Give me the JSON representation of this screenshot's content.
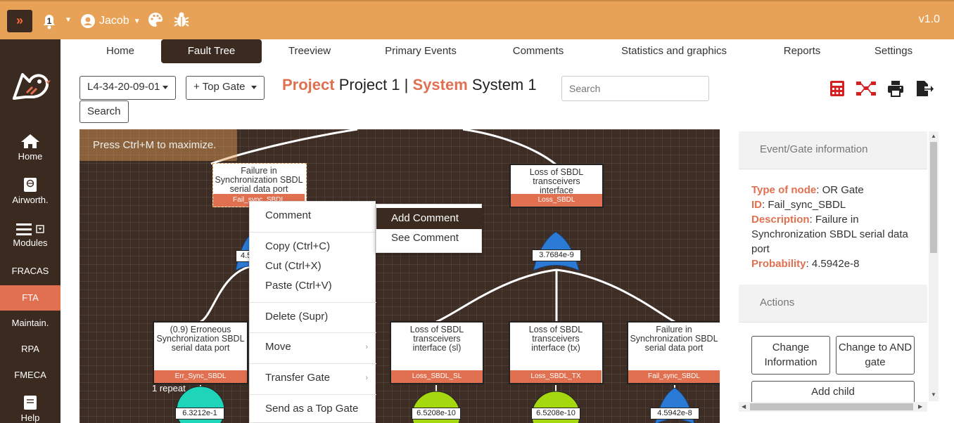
{
  "topbar": {
    "notification_count": "1",
    "user_name": "Jacob",
    "version": "v1.0"
  },
  "sidebar": {
    "items": [
      {
        "label": "Home"
      },
      {
        "label": "Airworth."
      },
      {
        "label": "Modules"
      },
      {
        "label": "FRACAS"
      },
      {
        "label": "FTA"
      },
      {
        "label": "Maintain."
      },
      {
        "label": "RPA"
      },
      {
        "label": "FMECA"
      },
      {
        "label": "Help"
      }
    ]
  },
  "nav": {
    "tabs": [
      "Home",
      "Fault Tree",
      "Treeview",
      "Primary Events",
      "Comments",
      "Statistics and graphics",
      "Reports",
      "Settings"
    ],
    "active": "Fault Tree"
  },
  "toolbar": {
    "tree_select": "L4-34-20-09-01",
    "top_gate_label": "+ Top Gate",
    "search_button": "Search",
    "search_placeholder": "Search"
  },
  "title": {
    "project_kw": "Project",
    "project_name": "Project 1 |",
    "system_kw": "System",
    "system_name": "System 1"
  },
  "canvas": {
    "hint": "Press Ctrl+M to maximize.",
    "nodes": [
      {
        "text": "Failure in\nSynchronization SBDL\nserial data port",
        "id": "Fail_sync_SBDL"
      },
      {
        "text": "Loss of SBDL\ntransceivers\ninterface",
        "id": "Loss_SBDL"
      },
      {
        "text": "(0.9) Erroneous\nSynchronization SBDL\nserial data port",
        "id": "Err_Sync_SBDL"
      },
      {
        "text": "Loss of SBDL\ntransceivers\ninterface (sl)",
        "id": "Loss_SBDL_SL"
      },
      {
        "text": "Loss of SBDL\ntransceivers\ninterface (tx)",
        "id": "Loss_SBDL_TX"
      },
      {
        "text": "Failure in\nSynchronization SBDL\nserial data port",
        "id": "Fail_sync_SBDL"
      }
    ],
    "probabilities": [
      "4.5942e-8",
      "3.7684e-9",
      "6.3212e-1",
      "6.5208e-10",
      "6.5208e-10",
      "4.5942e-8"
    ],
    "repeat_label": "1 repeat"
  },
  "context_menu": {
    "items": [
      "Comment",
      "Copy (Ctrl+C)",
      "Cut (Ctrl+X)",
      "Paste (Ctrl+V)",
      "Delete (Supr)",
      "Move",
      "Transfer Gate",
      "Send as a Top Gate"
    ],
    "submenu": [
      "Add Comment",
      "See Comment"
    ]
  },
  "panel": {
    "info_header": "Event/Gate information",
    "type_label": "Type of node",
    "type_value": ": OR Gate",
    "id_label": "ID",
    "id_value": ": Fail_sync_SBDL",
    "desc_label": "Description",
    "desc_value": ": Failure in Synchronization SBDL serial data port",
    "prob_label": "Probability",
    "prob_value": ": 4.5942e-8",
    "actions_header": "Actions",
    "buttons": [
      "Change Information",
      "Change to AND gate",
      "Add child"
    ]
  },
  "colors": {
    "accent": "#E8A257",
    "dark": "#3b2a20",
    "highlight": "#E07050",
    "gate_blue": "#2b7bd6",
    "event_green": "#a6d80f",
    "event_teal": "#1ed4b9"
  }
}
